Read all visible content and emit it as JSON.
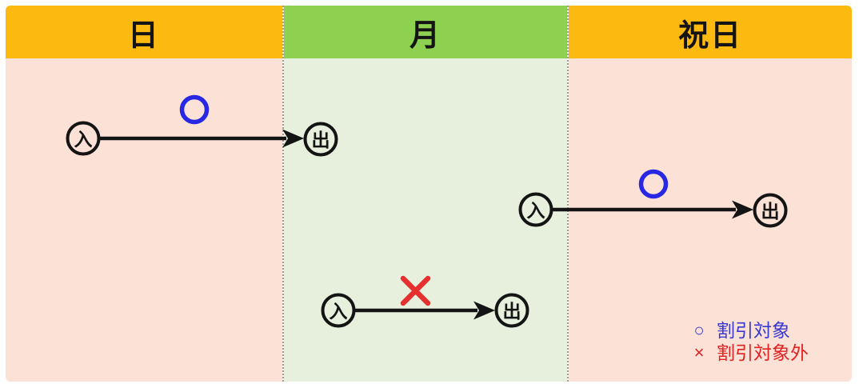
{
  "columns": [
    {
      "label": "日"
    },
    {
      "label": "月"
    },
    {
      "label": "祝日"
    }
  ],
  "node_labels": {
    "entry": "入",
    "exit": "出"
  },
  "legend": {
    "discount": {
      "symbol": "○",
      "label": "割引対象"
    },
    "no_discount": {
      "symbol": "×",
      "label": "割引対象外"
    }
  },
  "colors": {
    "page_bg": "#ffffff",
    "header_orange": "#fcba10",
    "header_green": "#8ed04f",
    "body_pink": "#fce1d6",
    "body_green": "#e6f0dc",
    "divider": "#a39a8e",
    "black": "#141414",
    "marker_blue": "#2727e4",
    "marker_red": "#e63030",
    "legend_blue": "#3838d2",
    "legend_red": "#e02222"
  }
}
